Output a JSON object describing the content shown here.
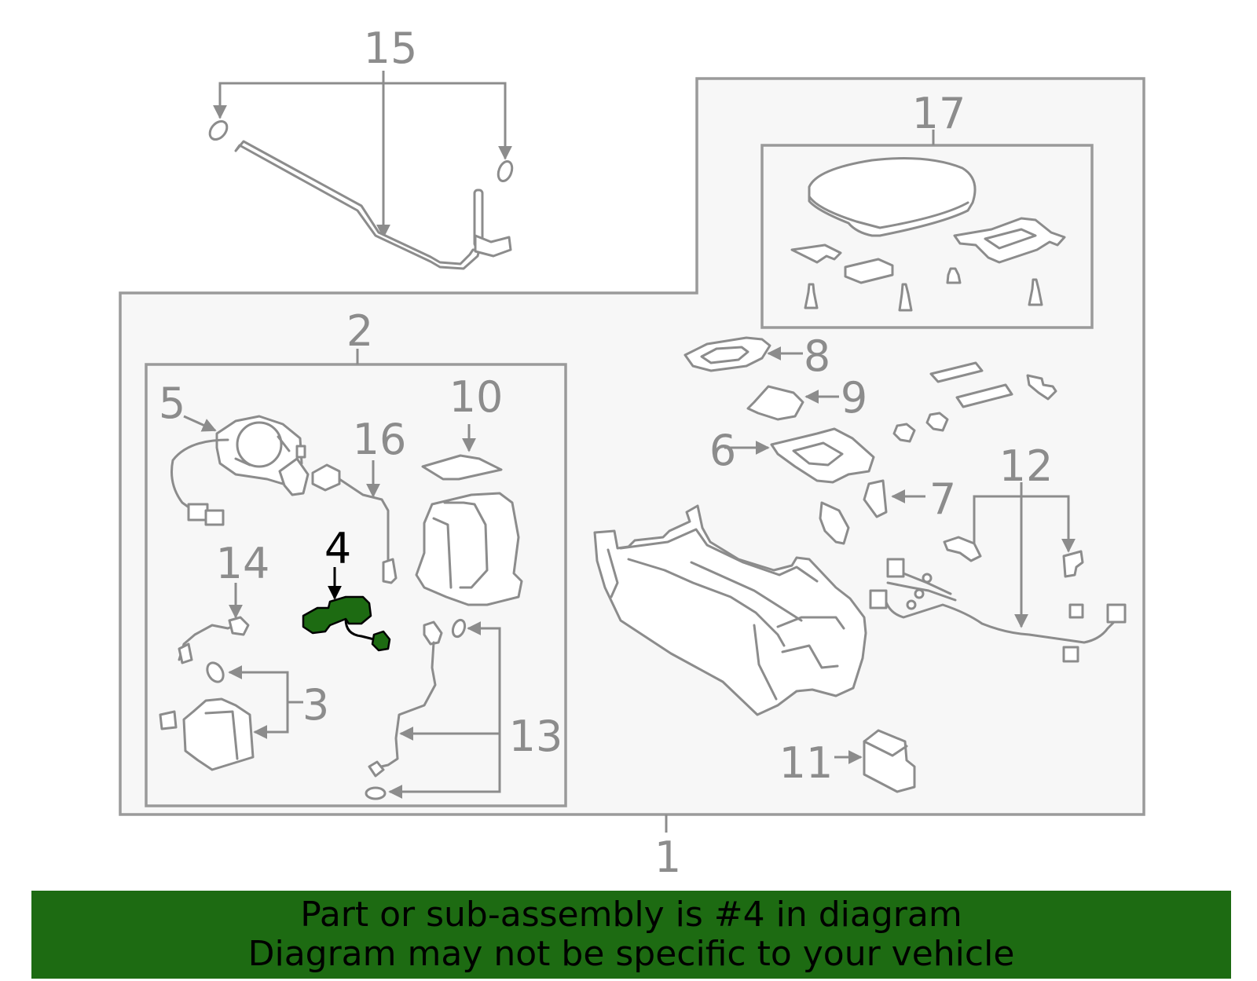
{
  "callouts": {
    "c1": "1",
    "c2": "2",
    "c3": "3",
    "c4": "4",
    "c5": "5",
    "c6": "6",
    "c7": "7",
    "c8": "8",
    "c9": "9",
    "c10": "10",
    "c11": "11",
    "c12": "12",
    "c13": "13",
    "c14": "14",
    "c15": "15",
    "c16": "16",
    "c17": "17"
  },
  "highlighted_part": "4",
  "banner": {
    "line1": "Part or sub-assembly is #4 in diagram",
    "line2": "Diagram may not be specific to your vehicle"
  },
  "colors": {
    "highlight": "#1d6b12",
    "line": "#8c8c8c",
    "panel": "#f7f7f7"
  }
}
